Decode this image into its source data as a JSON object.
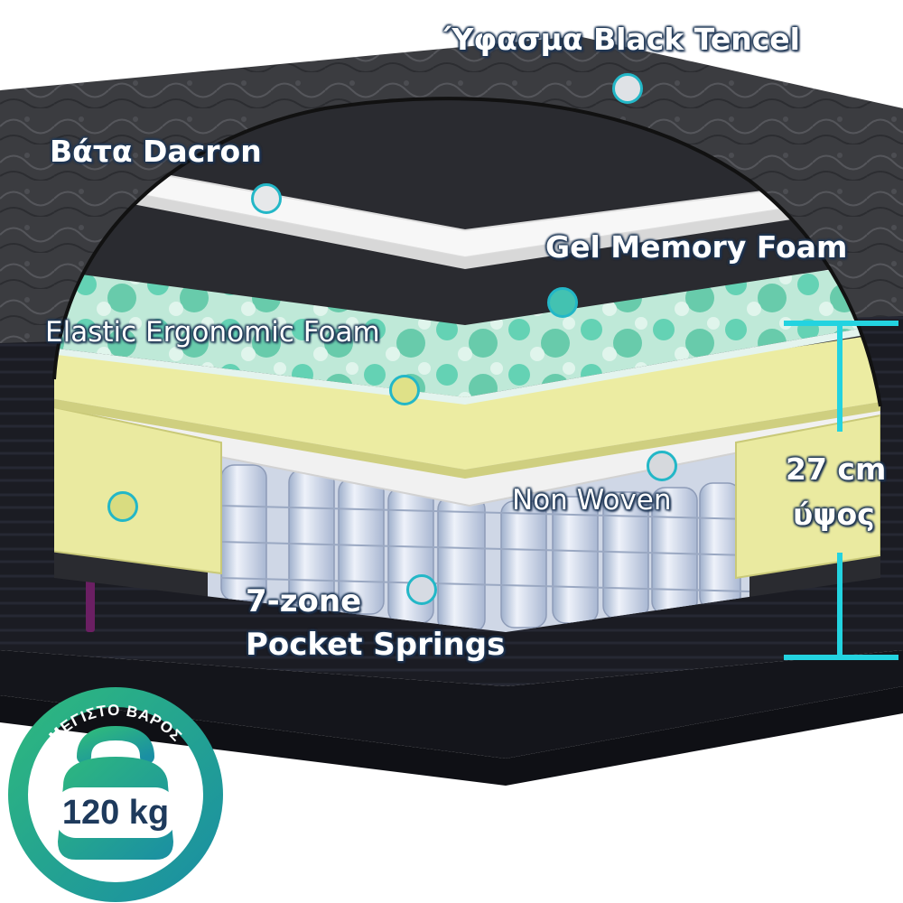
{
  "labels": {
    "fabric": "Ύφασμα Black Tencel",
    "dacron": "Βάτα Dacron",
    "gel_foam": "Gel Memory Foam",
    "elastic_foam": "Elastic Ergonomic Foam",
    "non_woven": "Non Woven",
    "springs_line1": "7-zone",
    "springs_line2": "Pocket Springs",
    "height_value": "27 cm",
    "height_word": "ύψος"
  },
  "badge": {
    "arc_text": "ΜΕΓΙΣΤΟ ΒΑΡΟΣ",
    "weight": "120 kg"
  },
  "colors": {
    "accent": "#23b7c7",
    "label_outline": "#213a58",
    "mattress_top": "#3d3d40",
    "mattress_side": "#1a1b22",
    "foam_yellow": "#ecec9e",
    "gel_teal": "#56cfb0",
    "dacron_white": "#f4f4f4",
    "springs": "#dfe6f3",
    "badge_teal": "#1f9aa8",
    "badge_green": "#2eb87e"
  },
  "icons": {
    "layer_markers": "circle-marker",
    "badge": "weight-kettlebell-icon",
    "height": "height-dimension-icon"
  }
}
